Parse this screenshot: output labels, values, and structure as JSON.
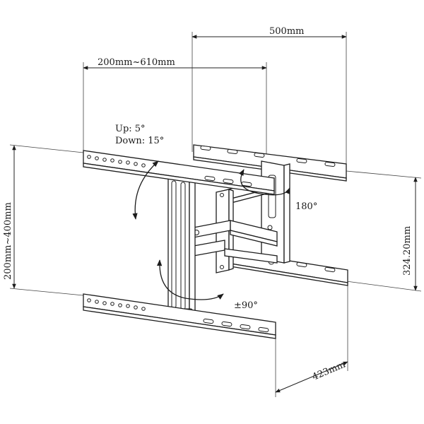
{
  "dimensions": {
    "top_width": "500mm",
    "arm_extension": "200mm~610mm",
    "vertical_spacing": "200mm~400mm",
    "wall_plate_height": "324.20mm",
    "depth": "423mm"
  },
  "motion": {
    "tilt_up": "Up: 5°",
    "tilt_down": "Down: 15°",
    "swivel": "180°",
    "rotation": "±90°"
  },
  "colors": {
    "line": "#1c1c1c",
    "background": "#ffffff"
  }
}
